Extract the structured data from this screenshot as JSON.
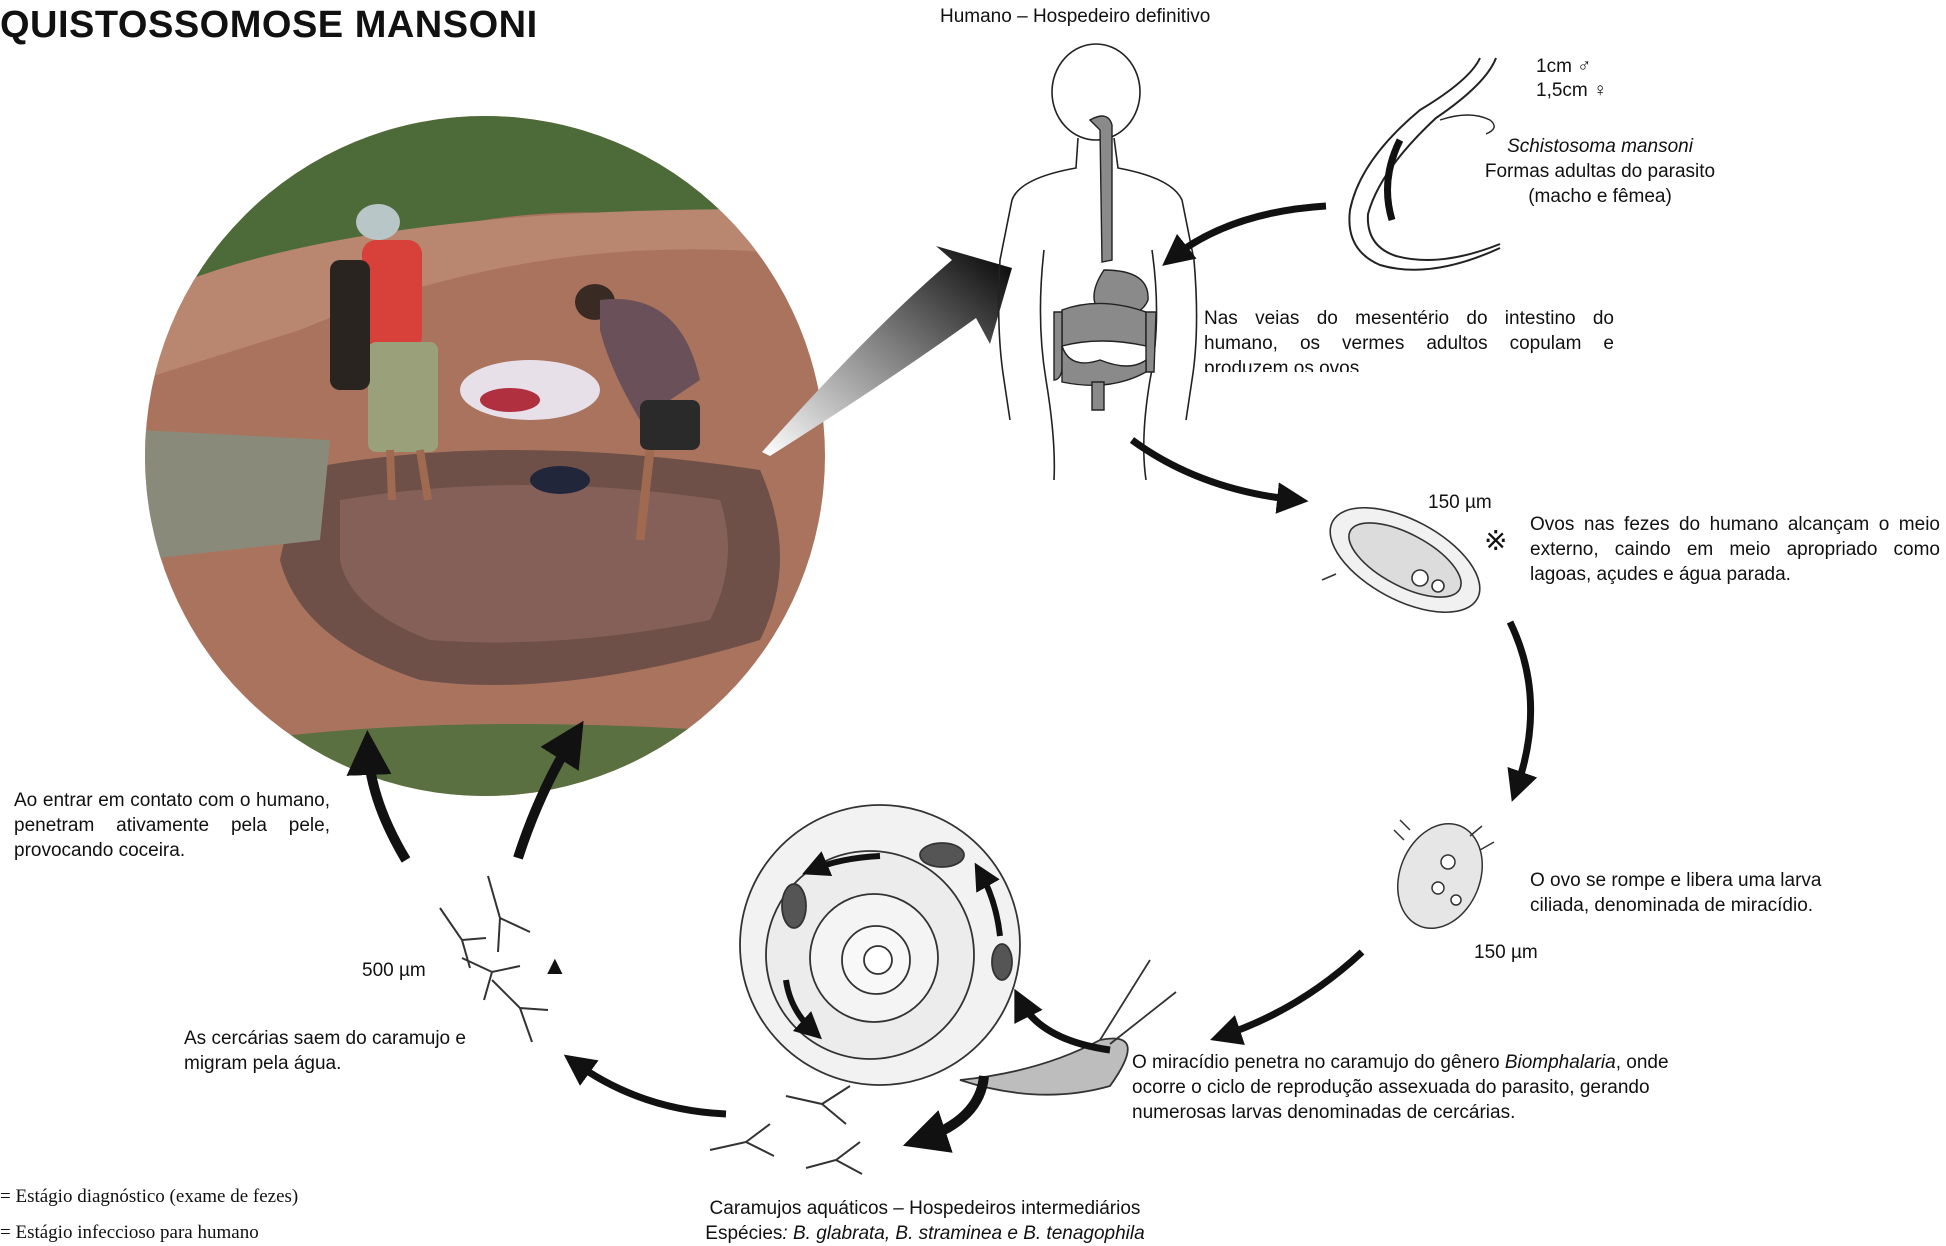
{
  "title": "QUISTOSSOMOSE MANSONI",
  "human_host_label": "Humano – Hospedeiro definitivo",
  "adult_worms": {
    "size_male": "1cm ♂",
    "size_female": "1,5cm ♀",
    "species": "Schistosoma mansoni",
    "line1": "Formas adultas do parasito",
    "line2": "(macho e fêmea)"
  },
  "mesentery_text": "Nas veias do mesentério do intestino do humano, os vermes adultos copulam e produzem os ovos",
  "eggs": {
    "size": "150 µm",
    "diagnostic_symbol": "※",
    "text": "Ovos nas fezes do humano alcançam o meio externo, caindo em meio apropriado como lagoas, açudes e água parada."
  },
  "miracidium": {
    "text": "O ovo se rompe e libera uma larva ciliada, denominada de miracídio.",
    "size": "150 µm"
  },
  "snail_penetration": {
    "text_before": "O miracídio penetra no caramujo do gênero ",
    "genus": "Biomphalaria",
    "text_after": ", onde ocorre o ciclo de reprodução assexuada do parasito, gerando numerosas larvas denominadas de cercárias."
  },
  "snail_host": {
    "line1": "Caramujos aquáticos – Hospedeiros intermediários",
    "prefix": "Espécies",
    "species": ": B. glabrata, B. straminea e B. tenagophila"
  },
  "cercariae_exit_text": "As cercárias saem do caramujo e migram pela água.",
  "cercariae_size": "500 µm",
  "infective_symbol": "▲",
  "penetration_text": "Ao entrar em contato com o humano, penetram ativamente pela pele, provocando coceira.",
  "legend": {
    "diagnostic": "= Estágio diagnóstico (exame de fezes)",
    "infective": "= Estágio infeccioso para humano"
  },
  "colors": {
    "ink": "#111111",
    "arrow": "#111111",
    "gut": "#8a8a8a",
    "photo_mud": "#9a6a55",
    "photo_water": "#7a5a52",
    "photo_grass": "#4a6a35"
  }
}
